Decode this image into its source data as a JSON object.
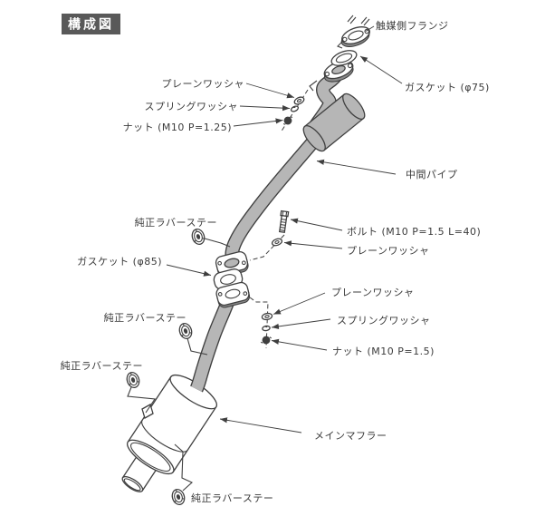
{
  "title": {
    "text": "構成図"
  },
  "colors": {
    "background": "#ffffff",
    "line": "#3f3f3f",
    "pipe_fill": "#b6b6b6",
    "title_bg": "#595959",
    "title_fg": "#ffffff",
    "text": "#3b3b3b"
  },
  "labels": {
    "catalyst_flange": "触媒側フランジ",
    "gasket_75": "ガスケット (φ75)",
    "plain_washer_top": "プレーンワッシャ",
    "spring_washer_top": "スプリングワッシャ",
    "nut_top": "ナット (M10 P=1.25)",
    "mid_pipe": "中間パイプ",
    "stock_rubber_stay_1": "純正ラバーステー",
    "bolt_mid": "ボルト (M10 P=1.5 L=40)",
    "plain_washer_mid": "プレーンワッシャ",
    "gasket_85": "ガスケット (φ85)",
    "plain_washer_lower": "プレーンワッシャ",
    "spring_washer_lower": "スプリングワッシャ",
    "nut_lower": "ナット (M10 P=1.5)",
    "stock_rubber_stay_2": "純正ラバーステー",
    "stock_rubber_stay_3": "純正ラバーステー",
    "main_muffler": "メインマフラー",
    "stock_rubber_stay_4": "純正ラバーステー"
  }
}
